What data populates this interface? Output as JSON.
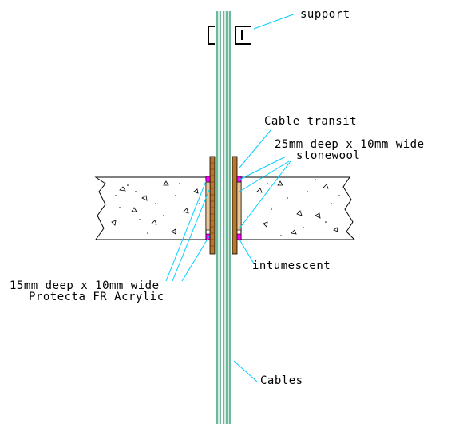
{
  "labels": {
    "support": "support",
    "cable_transit": "Cable transit",
    "seal_depth_top": "25mm deep x 10mm wide",
    "stonewool": "stonewool",
    "intumescent": "intumescent",
    "seal_depth_bottom": "15mm deep x 10mm wide",
    "sealant_product": "Protecta FR Acrylic",
    "cables": "Cables"
  },
  "colors": {
    "cable": "#0a8a5a",
    "leader": "#00d0ff",
    "transit_sleeve": "#b8762e",
    "stonewool": "#e8c79a",
    "intumescent": "#ff00ff",
    "outline": "#000000"
  }
}
